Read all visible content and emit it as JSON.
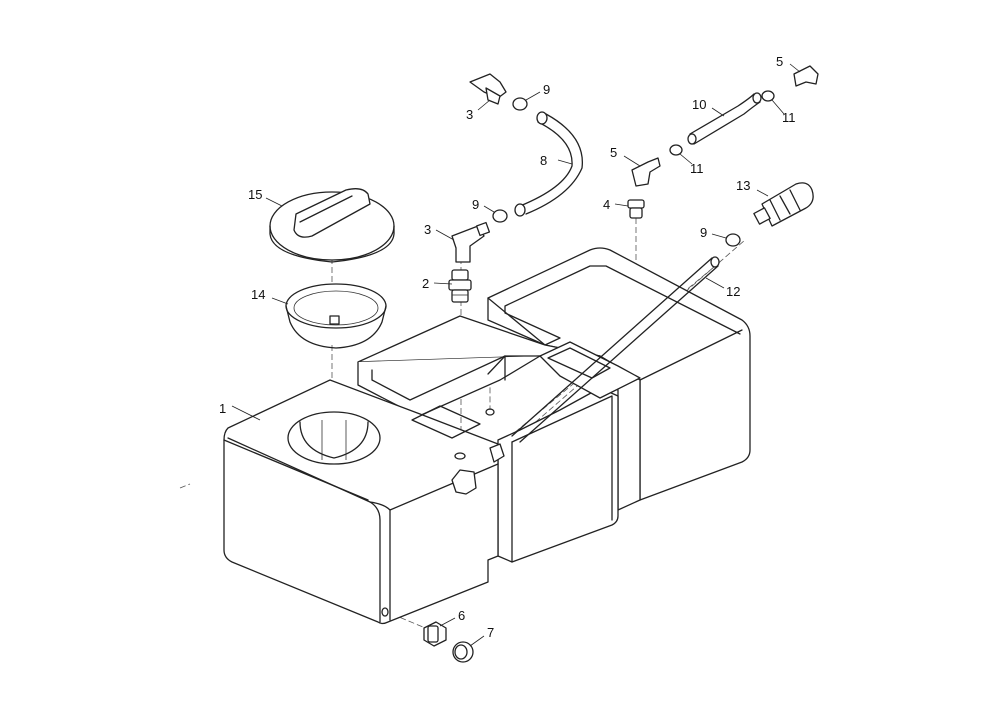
{
  "callouts": [
    {
      "id": "c1",
      "text": "1"
    },
    {
      "id": "c2",
      "text": "2"
    },
    {
      "id": "c3a",
      "text": "3"
    },
    {
      "id": "c3b",
      "text": "3"
    },
    {
      "id": "c4",
      "text": "4"
    },
    {
      "id": "c5a",
      "text": "5"
    },
    {
      "id": "c5b",
      "text": "5"
    },
    {
      "id": "c6",
      "text": "6"
    },
    {
      "id": "c7",
      "text": "7"
    },
    {
      "id": "c8",
      "text": "8"
    },
    {
      "id": "c9a",
      "text": "9"
    },
    {
      "id": "c9b",
      "text": "9"
    },
    {
      "id": "c9c",
      "text": "9"
    },
    {
      "id": "c10",
      "text": "10"
    },
    {
      "id": "c11a",
      "text": "11"
    },
    {
      "id": "c11b",
      "text": "11"
    },
    {
      "id": "c12",
      "text": "12"
    },
    {
      "id": "c13",
      "text": "13"
    },
    {
      "id": "c14",
      "text": "14"
    },
    {
      "id": "c15",
      "text": "15"
    }
  ]
}
